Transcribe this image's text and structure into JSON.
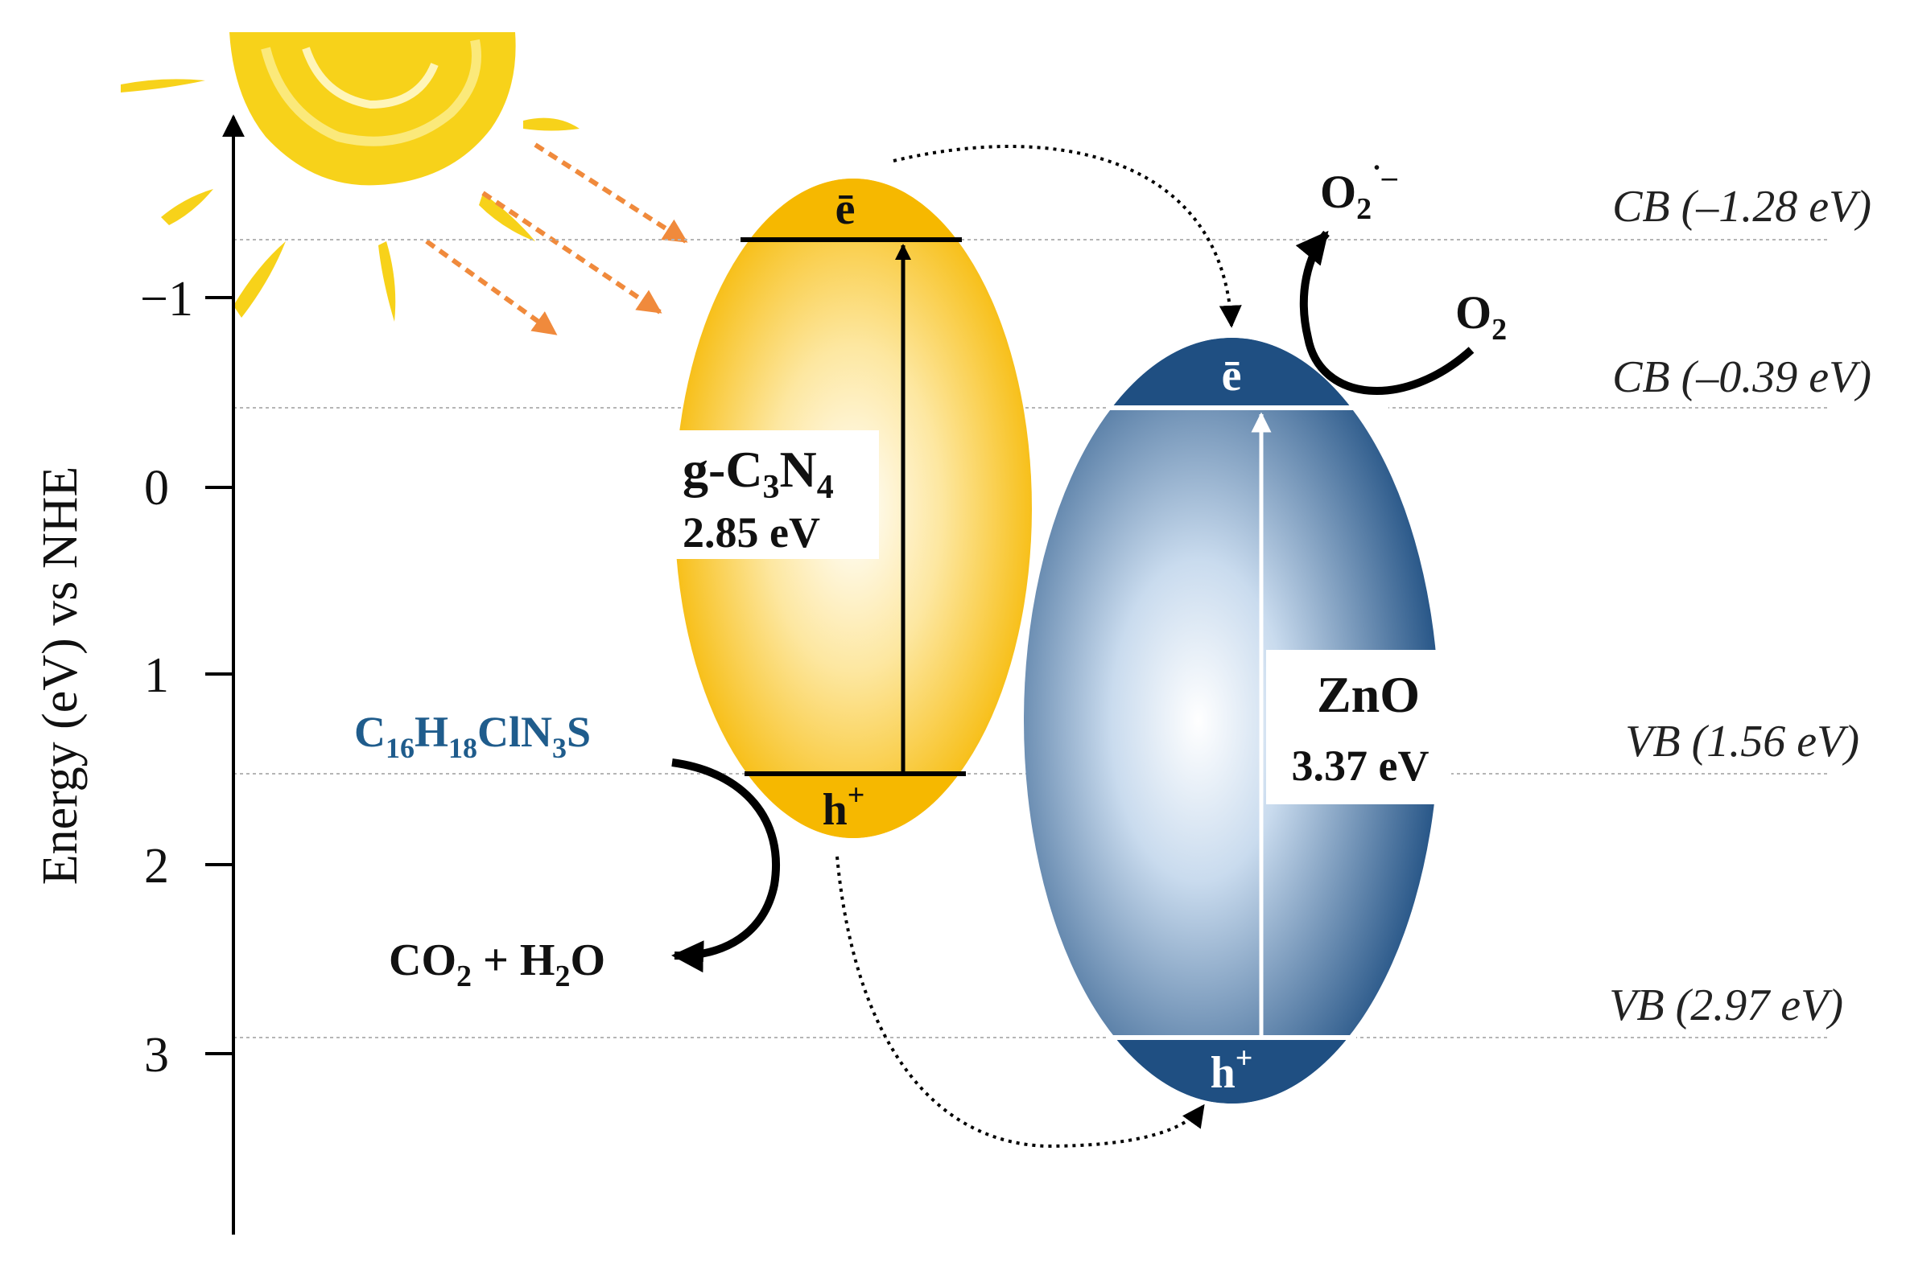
{
  "axis": {
    "title": "Energy (eV) vs NHE",
    "ticks": [
      "−1",
      "0",
      "1",
      "2",
      "3"
    ]
  },
  "levels": {
    "cb1": "CB (–1.28 eV)",
    "cb2": "CB (–0.39 eV)",
    "vb1": "VB (1.56 eV)",
    "vb2": "VB (2.97 eV)"
  },
  "gcn": {
    "name": "g-C3N4",
    "name_parts": {
      "a": "g-C",
      "b": "3",
      "c": "N",
      "d": "4"
    },
    "gap": "2.85 eV",
    "electron": "ē",
    "hole": "h",
    "hole_sup": "+"
  },
  "zno": {
    "name": "ZnO",
    "gap": "3.37 eV",
    "electron": "ē",
    "hole": "h",
    "hole_sup": "+"
  },
  "pollutant": {
    "formula": "C16H18ClN3S",
    "parts": [
      "C",
      "16",
      "H",
      "18",
      "ClN",
      "3",
      "S"
    ]
  },
  "products": {
    "parts": [
      "CO",
      "2",
      " + H",
      "2",
      "O"
    ]
  },
  "oxygen": {
    "reactant": [
      "O",
      "2"
    ],
    "product": [
      "O",
      "2",
      "˙–"
    ]
  },
  "colors": {
    "gcn": "#f6b800",
    "zno": "#1f4f82",
    "pollutant_text": "#1f5c8c",
    "light_arrow": "#f08a3c",
    "sun": "#f7d21a"
  }
}
